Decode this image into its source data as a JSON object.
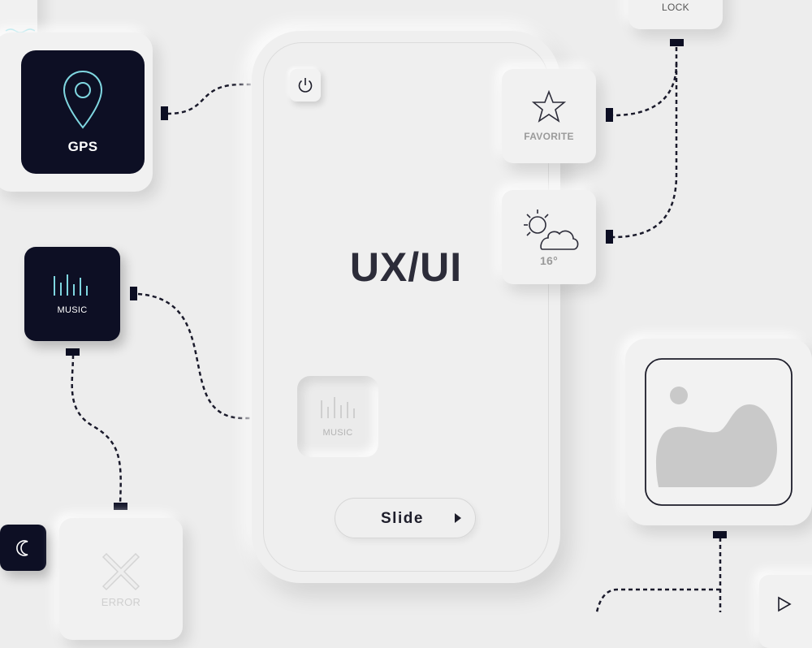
{
  "center": {
    "title": "UX/UI",
    "slide_label": "Slide",
    "inset_tile_label": "MUSIC"
  },
  "tiles": {
    "gps": "GPS",
    "music": "MUSIC",
    "favorite": "FAVORITE",
    "weather_temp": "16°",
    "lock": "LOCK",
    "error": "ERROR"
  },
  "colors": {
    "background": "#ededed",
    "dark_tile": "#0d0f24",
    "accent_cyan": "#7fd6e0",
    "title_text": "#2c2c39"
  },
  "icons": {
    "gps": "map-pin-icon",
    "music": "equalizer-icon",
    "favorite": "star-icon",
    "weather": "partly-cloudy-icon",
    "power": "power-icon",
    "image": "image-icon",
    "error": "x-icon",
    "moon": "moon-icon",
    "play": "play-icon",
    "waves": "waves-icon"
  }
}
